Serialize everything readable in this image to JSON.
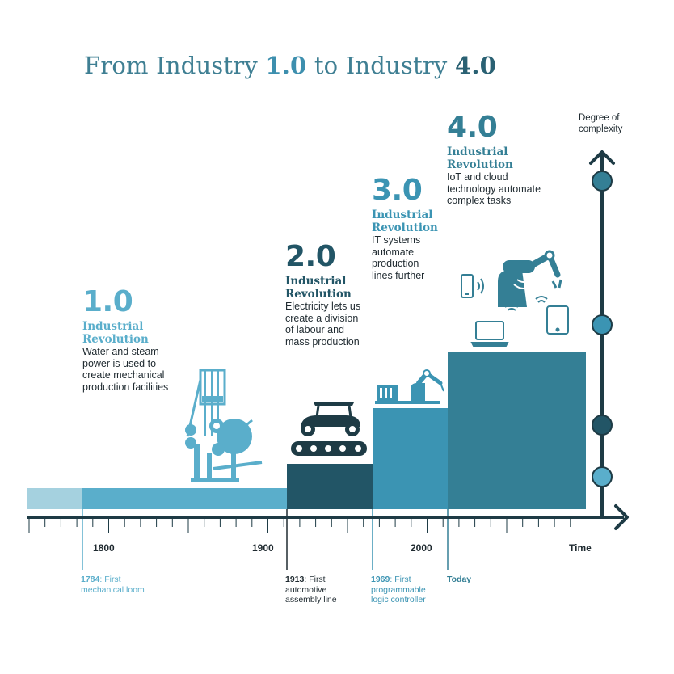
{
  "title": {
    "prefix": "From Industry ",
    "v1": "1.0",
    "middle": " to Industry ",
    "v2": "4.0"
  },
  "revolutions": [
    {
      "number": "1.0",
      "heading": "Industrial\nRevolution",
      "description": "Water and steam\npower is used to\ncreate mechanical\nproduction facilities",
      "color": "#5aaecb"
    },
    {
      "number": "2.0",
      "heading": "Industrial\nRevolution",
      "description": "Electricity lets us\ncreate a division\nof labour and\nmass production",
      "color": "#225566"
    },
    {
      "number": "3.0",
      "heading": "Industrial\nRevolution",
      "description": "IT systems\nautomate\nproduction\nlines further",
      "color": "#3b94b3"
    },
    {
      "number": "4.0",
      "heading": "Industrial\nRevolution",
      "description": "IoT and cloud\ntechnology automate\ncomplex tasks",
      "color": "#347f95"
    }
  ],
  "axes": {
    "y_label": "Degree of\ncomplexity",
    "x_label": "Time",
    "years": [
      "1800",
      "1900",
      "2000"
    ]
  },
  "events": [
    {
      "year": "1784",
      "text": ": First\nmechanical loom",
      "color": "#5aaecb"
    },
    {
      "year": "1913",
      "text": ": First\nautomotive\nassembly line",
      "color": "#1f2a30"
    },
    {
      "year": "1969",
      "text": ": First\nprogrammable\nlogic controller",
      "color": "#3b94b3"
    },
    {
      "year": "Today",
      "text": "",
      "color": "#347f95"
    }
  ],
  "colors": {
    "pre_industrial": "#a5d1df",
    "rev1": "#5aaecb",
    "rev2": "#225566",
    "rev3": "#3b94b3",
    "rev4": "#347f95",
    "axis": "#1e3b45",
    "title": "#3f7f93"
  },
  "icons": [
    "steam-engine-icon",
    "vintage-car-icon",
    "conveyor-belt-icon",
    "robot-arm-icon",
    "computer-icon",
    "smartphone-icon",
    "laptop-icon",
    "tablet-icon",
    "wifi-icon",
    "industrial-robot-icon"
  ]
}
